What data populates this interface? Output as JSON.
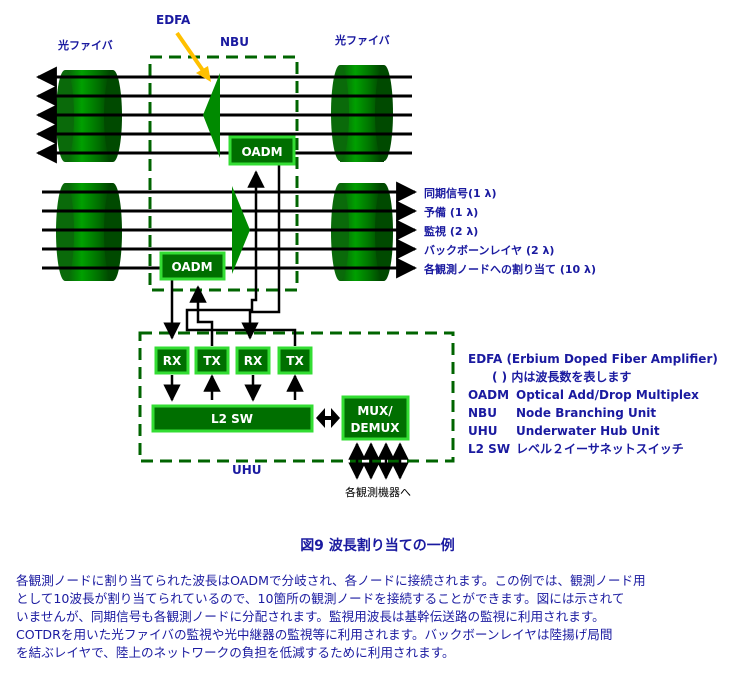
{
  "labels": {
    "edfa": "EDFA",
    "nbu": "NBU",
    "fiber_left": "光ファイバ",
    "fiber_right": "光ファイバ",
    "oadm_top": "OADM",
    "oadm_bottom": "OADM",
    "rx1": "RX",
    "tx1": "TX",
    "rx2": "RX",
    "tx2": "TX",
    "l2sw": "L2 SW",
    "mux1": "MUX/",
    "mux2": "DEMUX",
    "uhu": "UHU",
    "to_devices": "各観測機器へ"
  },
  "wavelengths": [
    "同期信号(1 λ)",
    "予備 (1 λ)",
    "監視 (2 λ)",
    "バックボーンレイヤ (2 λ)",
    "各観測ノードへの割り当て (10 λ)"
  ],
  "legend": {
    "edfa": "EDFA (Erbium Doped Fiber Amplifier)",
    "note": "( )  内は波長数を表します",
    "rows": [
      {
        "key": "OADM",
        "desc": "Optical Add/Drop Multiplex"
      },
      {
        "key": "NBU",
        "desc": "Node Branching Unit"
      },
      {
        "key": "UHU",
        "desc": "Underwater Hub Unit"
      },
      {
        "key": "L2 SW",
        "desc": "レベル２イーサネットスイッチ"
      }
    ]
  },
  "caption": "図9  波長割り当ての一例",
  "body_lines": [
    "各観測ノードに割り当てられた波長はOADMで分岐され、各ノードに接続されます。この例では、観測ノード用",
    "として10波長が割り当てられているので、10箇所の観測ノードを接続することができます。図には示されて",
    "いませんが、同期信号も各観測ノードに分配されます。監視用波長は基幹伝送路の監視に利用されます。",
    "COTDRを用いた光ファイバの監視や光中継器の監視等に利用されます。バックボーンレイヤは陸揚げ局間",
    "を結ぶレイヤで、陸上のネットワークの負担を低減するために利用されます。"
  ],
  "colors": {
    "green_dark": "#006400",
    "green_box": "#007a00",
    "green_border": "#33dd33",
    "edfa_arrow": "#ffc000",
    "text_blue": "#1a1aa0"
  }
}
